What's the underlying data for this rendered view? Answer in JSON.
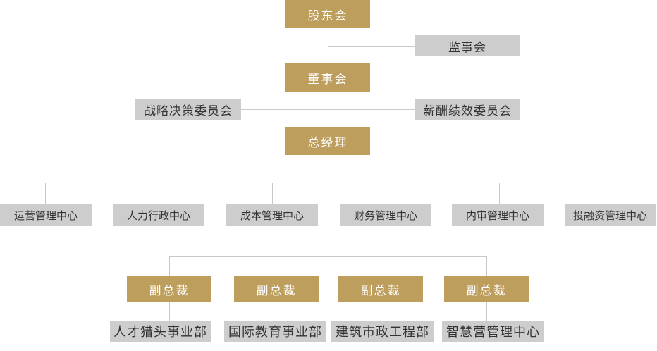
{
  "shareholders": "股东会",
  "supervisory_board": "监事会",
  "board": "董事会",
  "committees": {
    "strategy": "战略决策委员会",
    "compensation": "薪酬绩效委员会"
  },
  "general_manager": "总经理",
  "centers": [
    "运营管理中心",
    "人力行政中心",
    "成本管理中心",
    "财务管理中心",
    "内审管理中心",
    "投融资管理中心"
  ],
  "vice_presidents": [
    "副总裁",
    "副总裁",
    "副总裁",
    "副总裁"
  ],
  "divisions": [
    "人才猎头事业部",
    "国际教育事业部",
    "建筑市政工程部",
    "智慧营管理中心"
  ],
  "colors": {
    "gold": "#be9e5c",
    "gray_box": "#cdcdcd",
    "line": "#c9c9c9"
  }
}
